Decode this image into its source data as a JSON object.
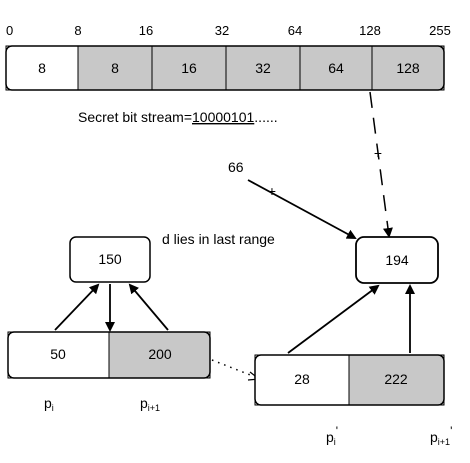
{
  "colors": {
    "shaded": "#c8c8c8",
    "white": "#ffffff",
    "stroke": "#000000"
  },
  "top_bar": {
    "ticks": [
      "0",
      "8",
      "16",
      "32",
      "64",
      "128",
      "255"
    ],
    "cells": [
      "8",
      "8",
      "16",
      "32",
      "64",
      "128"
    ],
    "shaded": [
      false,
      true,
      true,
      true,
      true,
      true
    ]
  },
  "secret_label_prefix": "Secret bit stream=",
  "secret_bits": "10000101",
  "secret_suffix": "......",
  "plus_upper": "+",
  "value_66": "66",
  "plus_lower": "+",
  "range_note": "d lies in last range",
  "left_group": {
    "top_value": "150",
    "pair": [
      "50",
      "200"
    ],
    "label_pi": "p",
    "label_pi_sub": "i",
    "label_pi1": "p",
    "label_pi1_sub": "i+1"
  },
  "right_group": {
    "top_value": "194",
    "pair": [
      "28",
      "222"
    ],
    "label_pi": "p",
    "label_pi_sub": "i",
    "label_pi_prime": "'",
    "label_pi1": "p",
    "label_pi1_sub": "i+1",
    "label_pi1_prime": "'"
  }
}
